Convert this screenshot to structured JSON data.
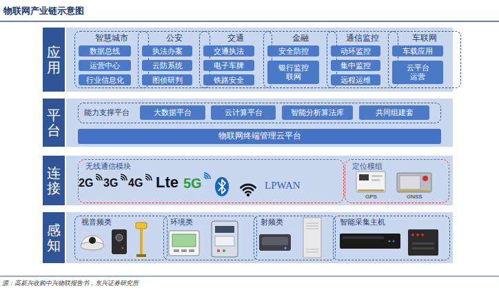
{
  "diagram": {
    "title": "物联网产业链示意图",
    "caption": "源：高新兴收购中兴物联报告书，东兴证券研究所",
    "nodes": [
      {
        "text": [
          "应用"
        ]
      },
      {
        "text": [
          "智慧城市"
        ],
        "in": 0
      },
      {
        "text": [
          "数据总线"
        ],
        "in": 1
      },
      {
        "text": [
          "运营中心"
        ],
        "in": 1
      },
      {
        "text": [
          "行业信息化"
        ],
        "in": 1
      },
      {
        "text": [
          "公安"
        ],
        "in": 0
      },
      {
        "text": [
          "执法办案"
        ],
        "in": 5
      },
      {
        "text": [
          "云防系统"
        ],
        "in": 5
      },
      {
        "text": [
          "图侦研判"
        ],
        "in": 5
      },
      {
        "text": [
          "交通"
        ],
        "in": 0
      },
      {
        "text": [
          "交通执法"
        ],
        "in": 9
      },
      {
        "text": [
          "电子车牌"
        ],
        "in": 9
      },
      {
        "text": [
          "铁路安全"
        ],
        "in": 9
      },
      {
        "text": [
          "金融"
        ],
        "in": 0
      },
      {
        "text": [
          "安全防控"
        ],
        "in": 13
      },
      {
        "text": [
          "银行监控 联网"
        ],
        "in": 13
      },
      {
        "text": [
          "通信监控"
        ],
        "in": 0
      },
      {
        "text": [
          "动环监控"
        ],
        "in": 16
      },
      {
        "text": [
          "集中监控"
        ],
        "in": 16
      },
      {
        "text": [
          "远程运维"
        ],
        "in": 16
      },
      {
        "text": [
          "车联网"
        ],
        "in": 0
      },
      {
        "text": [
          "车载应用"
        ],
        "in": 20
      },
      {
        "text": [
          "云平台 运营"
        ],
        "in": 20
      },
      {
        "text": [
          "平台"
        ]
      },
      {
        "text": [
          "能力支撑平台"
        ],
        "in": 23
      },
      {
        "text": [
          "大数据平台"
        ],
        "in": 24
      },
      {
        "text": [
          "云计算平台"
        ],
        "in": 24
      },
      {
        "text": [
          "智能分析算法库"
        ],
        "in": 24
      },
      {
        "text": [
          "共同组建套"
        ],
        "in": 24
      },
      {
        "text": [
          "物联网终端管理云平台"
        ],
        "in": 23
      },
      {
        "text": [
          "连接"
        ]
      },
      {
        "text": [
          "无线通信模块"
        ],
        "in": 30
      },
      {
        "text": [
          "定位模组"
        ],
        "in": 30
      },
      {
        "text": [
          "感知"
        ]
      },
      {
        "text": [
          "视音频类"
        ],
        "in": 33
      },
      {
        "text": [
          "环境类"
        ],
        "in": 33
      },
      {
        "text": [
          "射频类"
        ],
        "in": 33
      },
      {
        "text": [
          "智能采集主机"
        ],
        "in": 33
      }
    ],
    "labels": [
      "2G",
      "3G",
      "4G",
      "Lte",
      "5G",
      "LPWAN",
      "GPS",
      "GNSS"
    ]
  }
}
